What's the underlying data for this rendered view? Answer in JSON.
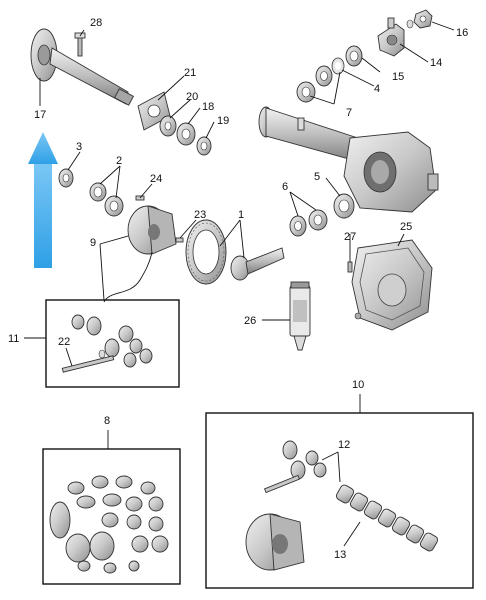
{
  "callouts": {
    "c1": "1",
    "c2": "2",
    "c3": "3",
    "c4": "4",
    "c5": "5",
    "c6": "6",
    "c7": "7",
    "c8": "8",
    "c9": "9",
    "c10": "10",
    "c11": "11",
    "c12": "12",
    "c13": "13",
    "c14": "14",
    "c15": "15",
    "c16": "16",
    "c17": "17",
    "c18": "18",
    "c19": "19",
    "c20": "20",
    "c21": "21",
    "c22": "22",
    "c23": "23",
    "c24": "24",
    "c25": "25",
    "c26": "26",
    "c27": "27",
    "c28": "28"
  },
  "colors": {
    "arrow": "#2fa0e6",
    "metal": "#cfcfcf",
    "metal_dark": "#8a8a8a",
    "line": "#111111"
  },
  "icons": {
    "direction_arrow": "up-arrow-icon"
  }
}
